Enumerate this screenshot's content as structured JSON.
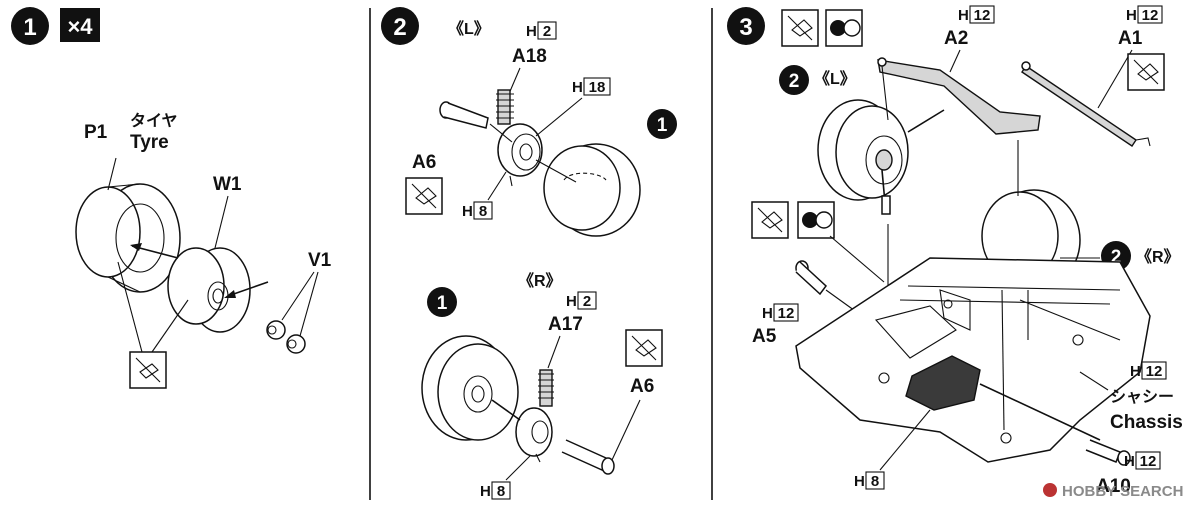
{
  "step1": {
    "number": "1",
    "multiplier": "×4",
    "labels": {
      "tyre_code": "P1",
      "tyre_jp": "タイヤ",
      "tyre_en": "Tyre",
      "wheel_code": "W1",
      "pin_code": "V1"
    }
  },
  "step2": {
    "number": "2",
    "left_tag": "《L》",
    "right_tag": "《R》",
    "left": {
      "part_a": "A18",
      "h_a_prefix": "H",
      "h_a_box": "2",
      "h_b_prefix": "H",
      "h_b_box": "18",
      "screw": "A6",
      "h_c_prefix": "H",
      "h_c_box": "8",
      "tyre_ref": "1"
    },
    "right": {
      "part_a": "A17",
      "h_a_prefix": "H",
      "h_a_box": "2",
      "screw": "A6",
      "h_c_prefix": "H",
      "h_c_box": "8",
      "tyre_ref": "1"
    }
  },
  "step3": {
    "number": "3",
    "top": {
      "a2": "A2",
      "a2_h_prefix": "H",
      "a2_h_box": "12",
      "a1": "A1",
      "a1_h_prefix": "H",
      "a1_h_box": "12"
    },
    "left_ref": "2",
    "left_tag": "《L》",
    "right_ref": "2",
    "right_tag": "《R》",
    "a5": "A5",
    "a5_h_prefix": "H",
    "a5_h_box": "12",
    "chassis_jp": "シャシー",
    "chassis_en": "Chassis",
    "chassis_h_prefix": "H",
    "chassis_h_box": "12",
    "a10": "A10",
    "a10_h_prefix": "H",
    "a10_h_box": "12",
    "bottom_h_prefix": "H",
    "bottom_h_box": "8"
  },
  "watermark": "HOBBY SEARCH",
  "colors": {
    "ink": "#111111",
    "panel_gray": "#d6d6d6",
    "dark_part": "#3a3a3a"
  }
}
